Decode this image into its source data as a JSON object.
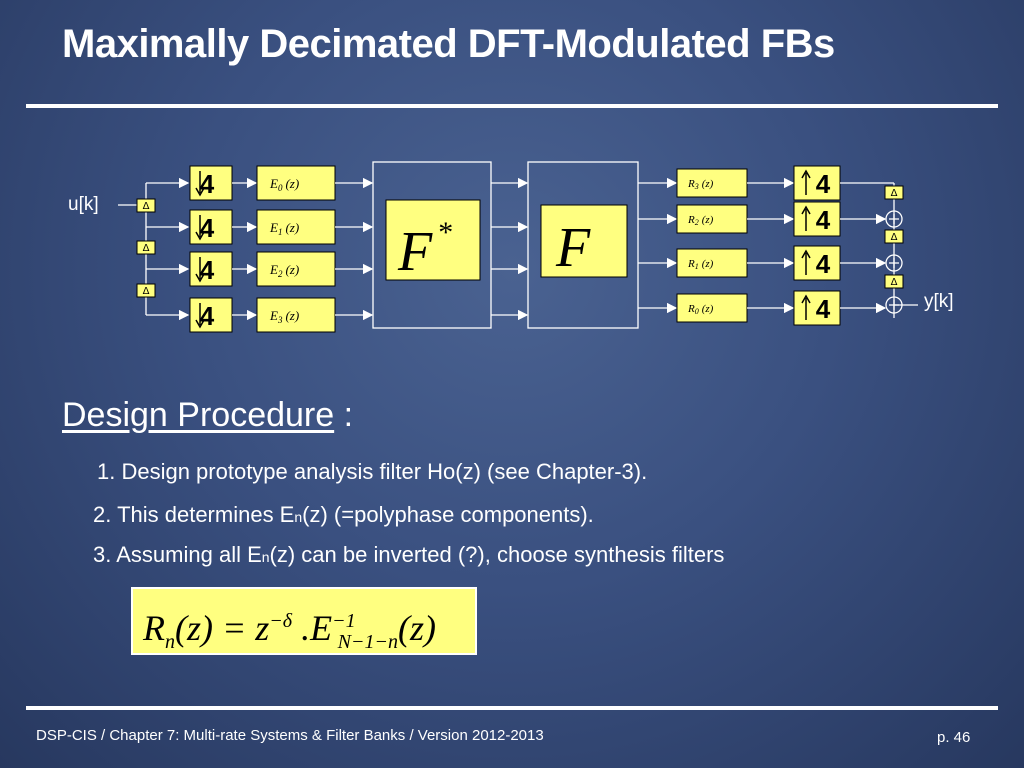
{
  "slide": {
    "title": "Maximally Decimated DFT-Modulated FBs",
    "heading": "Design Procedure",
    "heading_suffix": " :",
    "footer": "DSP-CIS  /  Chapter 7: Multi-rate Systems & Filter Banks  /  Version 2012-2013",
    "page": "p. 46"
  },
  "steps": [
    {
      "pre": "1. Design prototype analysis filter Ho(z)   (see Chapter-3).",
      "sub": "",
      "post": ""
    },
    {
      "pre": "2. This determines E",
      "sub": "n",
      "post": "(z) (=polyphase components)."
    },
    {
      "pre": "3. Assuming all E",
      "sub": "n",
      "post": "(z) can be inverted (?), choose synthesis filters"
    }
  ],
  "formula": {
    "R": "R",
    "R_sub": "n",
    "arg1": "(z)",
    "eq": " = z",
    "exp": "−δ",
    "dot": " .E",
    "inv": "−1",
    "E_sub": "N−1−n",
    "arg2": "(z)"
  },
  "diagram": {
    "input_label": "u[k]",
    "output_label": "y[k]",
    "delay_symbol": "Δ",
    "down_factor": "4",
    "up_factor": "4",
    "analysis_filters": [
      "E0(z)",
      "E1(z)",
      "E2(z)",
      "E3(z)"
    ],
    "synthesis_filters": [
      "R3(z)",
      "R2(z)",
      "R1(z)",
      "R0(z)"
    ],
    "matrix_left": "F",
    "matrix_left_sup": "*",
    "matrix_right": "F"
  },
  "colors": {
    "box_fill": "#ffff80",
    "background": "#3a5080",
    "line": "#ffffff"
  }
}
